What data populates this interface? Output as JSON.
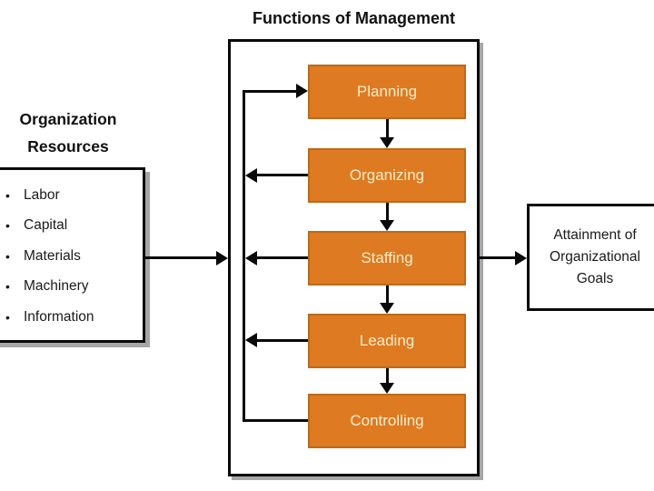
{
  "diagram": {
    "title": "Functions of Management",
    "resources": {
      "title": "Organization Resources",
      "bullet": "•",
      "items": [
        "Labor",
        "Capital",
        "Materials",
        "Machinery",
        "Information"
      ]
    },
    "functions": [
      "Planning",
      "Organizing",
      "Staffing",
      "Leading",
      "Controlling"
    ],
    "goal": "Attainment of Organizational Goals",
    "colors": {
      "function_box_fill": "#de7a21",
      "function_box_border": "#bc6a1a",
      "function_box_text": "#fbedcb",
      "line": "#0a0a0a",
      "shadow": "#a6a6a6"
    }
  }
}
